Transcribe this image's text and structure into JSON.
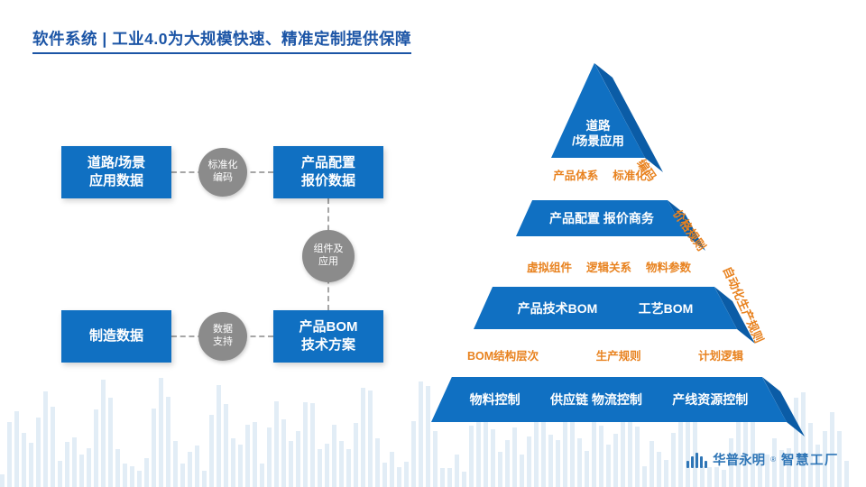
{
  "title": "软件系统 | 工业4.0为大规模快速、精准定制提供保障",
  "flow": {
    "boxes": [
      {
        "label": "道路/场景\n应用数据"
      },
      {
        "label": "产品配置\n报价数据"
      },
      {
        "label": "产品BOM\n技术方案"
      },
      {
        "label": "制造数据"
      }
    ],
    "connectors": [
      {
        "label": "标准化\n编码"
      },
      {
        "label": "组件及\n应用"
      },
      {
        "label": "数据\n支持"
      }
    ]
  },
  "pyramid": {
    "levels": [
      {
        "label": "道路\n/场景应用"
      },
      {
        "label": "产品配置 报价商务"
      },
      {
        "segments": [
          "产品技术BOM",
          "工艺BOM"
        ]
      },
      {
        "segments": [
          "物料控制",
          "供应链 物流控制",
          "产线资源控制"
        ]
      }
    ],
    "gap_labels": [
      {
        "items": [
          "产品体系",
          "标准化"
        ]
      },
      {
        "items": [
          "虚拟组件",
          "逻辑关系",
          "物料参数"
        ]
      },
      {
        "items": [
          "BOM结构层次",
          "生产规则",
          "计划逻辑"
        ]
      }
    ],
    "side_labels": [
      "编码",
      "价格规则",
      "自动化生产规则"
    ]
  },
  "logo": {
    "brand": "华普永明",
    "reg": "®",
    "suffix": "智慧工厂"
  },
  "colors": {
    "primary_blue": "#1070C2",
    "flap_blue": "#0B5CA6",
    "orange": "#E8821F",
    "connector_gray": "#8B8B8B",
    "title_blue": "#1C55A6",
    "logo_blue": "#2E75B6"
  }
}
